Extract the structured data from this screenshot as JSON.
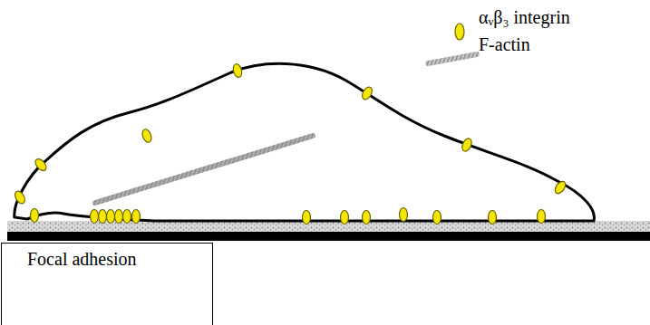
{
  "diagram": {
    "nodes": [
      {
        "text": [
          "Focal adhesion"
        ]
      }
    ],
    "legend": [
      {
        "text": "αᵥβ₃ integrin"
      },
      {
        "text": "F-actin"
      }
    ]
  }
}
